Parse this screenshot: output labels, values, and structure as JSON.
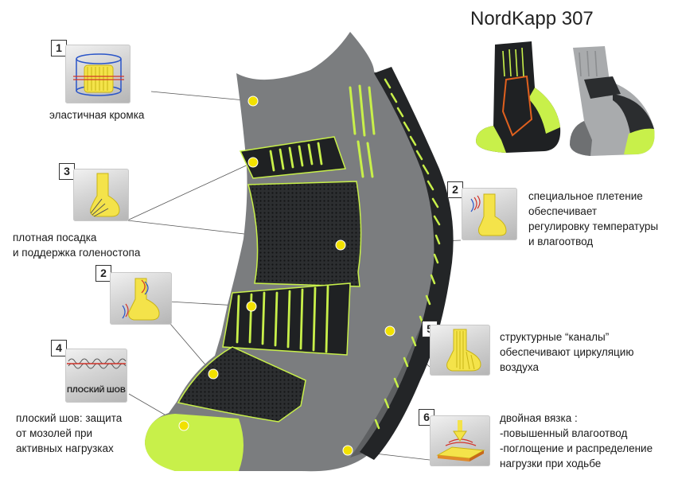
{
  "title": "NordKapp 307",
  "colors": {
    "accent": "#c8f04a",
    "sock_body": "#7b7d7f",
    "sock_dark": "#2b2d2f",
    "marker": "#f2e100"
  },
  "callouts": [
    {
      "num": "1",
      "icon": "elastic-cuff-icon",
      "text": "эластичная кромка"
    },
    {
      "num": "3",
      "icon": "ankle-support-icon",
      "text": "плотная посадка\nи поддержка голеностопа"
    },
    {
      "num": "2",
      "icon": "thermo-regulation-icon",
      "text": "специальное плетение\nобеспечивает\nрегулировку температуры\nи влагоотвод"
    },
    {
      "num": "2",
      "icon": "thermo-regulation-icon",
      "text": ""
    },
    {
      "num": "4",
      "icon": "flat-seam-icon",
      "text": "плоский шов: защита\nот мозолей при\nактивных нагрузках",
      "icon_text": "ПЛОСКИЙ ШОВ"
    },
    {
      "num": "5",
      "icon": "air-channels-icon",
      "text": "структурные “каналы”\nобеспечивают циркуляцию\nвоздуха"
    },
    {
      "num": "6",
      "icon": "double-knit-icon",
      "text": "двойная вязка :\n-повышенный влагоотвод\n-поглощение и распределение\n нагрузки при ходьбе"
    }
  ]
}
